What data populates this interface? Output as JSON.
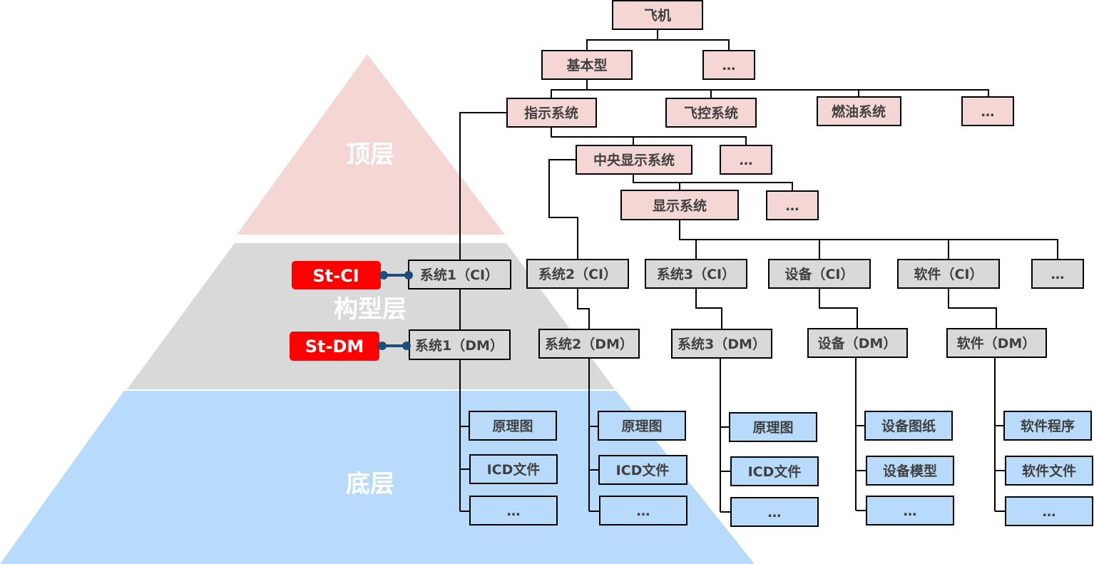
{
  "colors": {
    "top_layer": "#f4d6d4",
    "config_layer": "#d9d9d9",
    "bottom_layer": "#b9dbfb",
    "pink_box": "#f4d6d4",
    "gray_box": "#d9d9d9",
    "blue_box": "#b9dbfb",
    "tag_red": "#ff0000",
    "connector": "#1f4e79",
    "line": "#000000",
    "text": "#404040"
  },
  "layers": {
    "top": "顶层",
    "config": "构型层",
    "bottom": "底层"
  },
  "tags": {
    "ci": "St-CI",
    "dm": "St-DM"
  },
  "tree": {
    "aircraft": "飞机",
    "basic_model": "基本型",
    "ellipsis_1": "…",
    "indication_system": "指示系统",
    "flight_control": "飞控系统",
    "fuel_system": "燃油系统",
    "ellipsis_2": "…",
    "central_display": "中央显示系统",
    "ellipsis_3": "…",
    "display_system": "显示系统",
    "ellipsis_4": "…"
  },
  "ci_row": {
    "system1": "系统1（CI）",
    "system2": "系统2（CI）",
    "system3": "系统3（CI）",
    "equipment": "设备（CI）",
    "software": "软件（CI）",
    "ellipsis": "…"
  },
  "dm_row": {
    "system1": "系统1（DM）",
    "system2": "系统2（DM）",
    "system3": "系统3（DM）",
    "equipment": "设备（DM）",
    "software": "软件（DM）"
  },
  "docs": {
    "col1": [
      "原理图",
      "ICD文件",
      "…"
    ],
    "col2": [
      "原理图",
      "ICD文件",
      "…"
    ],
    "col3": [
      "原理图",
      "ICD文件",
      "…"
    ],
    "col4": [
      "设备图纸",
      "设备模型",
      "…"
    ],
    "col5": [
      "软件程序",
      "软件文件",
      "…"
    ]
  }
}
